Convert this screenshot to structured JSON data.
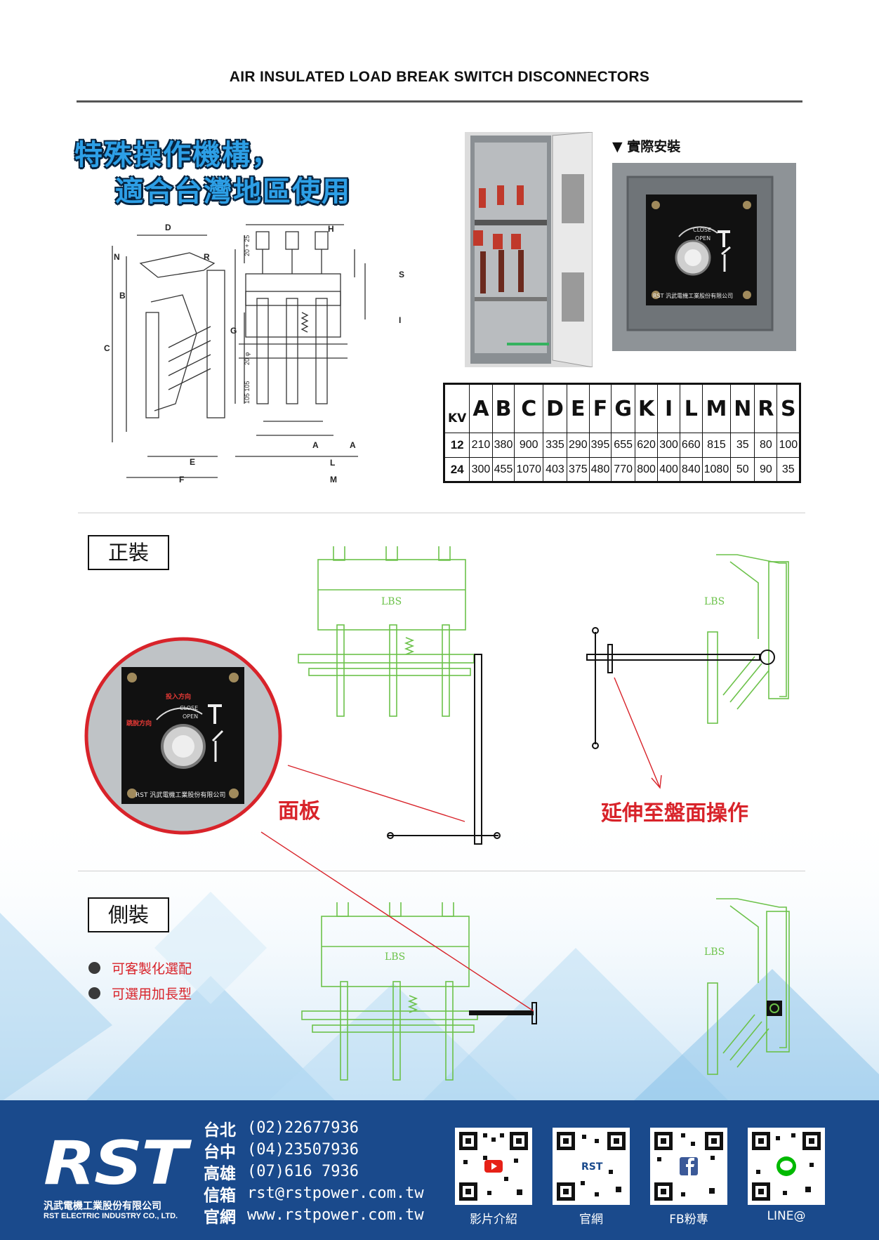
{
  "header": {
    "title": "AIR INSULATED LOAD BREAK SWITCH DISCONNECTORS"
  },
  "headline": {
    "line1": "特殊操作機構，",
    "line2": "適合台灣地區使用"
  },
  "drawing": {
    "dimension_labels": [
      "D",
      "N",
      "R",
      "B",
      "C",
      "G",
      "E",
      "F",
      "H",
      "S",
      "I",
      "A",
      "A",
      "L",
      "M"
    ],
    "annotations": [
      "20 + 25",
      "20 φ",
      "105 105"
    ]
  },
  "install": {
    "label": "▼ 實際安裝"
  },
  "panel": {
    "close_text": "CLOSE",
    "open_text": "OPEN",
    "brand": "RST 汎武電機工業股份有限公司"
  },
  "spec_table": {
    "headers": [
      "KV",
      "A",
      "B",
      "C",
      "D",
      "E",
      "F",
      "G",
      "K",
      "I",
      "L",
      "M",
      "N",
      "R",
      "S"
    ],
    "rows": [
      [
        "12",
        "210",
        "380",
        "900",
        "335",
        "290",
        "395",
        "655",
        "620",
        "300",
        "660",
        "815",
        "35",
        "80",
        "100"
      ],
      [
        "24",
        "300",
        "455",
        "1070",
        "403",
        "375",
        "480",
        "770",
        "800",
        "400",
        "840",
        "1080",
        "50",
        "90",
        "35"
      ]
    ]
  },
  "section_front": {
    "label": "正裝",
    "lbs_label": "LBS",
    "panel_callout": "面板",
    "extend_callout": "延伸至盤面操作",
    "close_dir": "投入方向",
    "open_dir": "跳脫方向"
  },
  "section_side": {
    "label": "側裝",
    "lbs_label": "LBS",
    "bullets": [
      "可客製化選配",
      "可選用加長型"
    ]
  },
  "footer": {
    "logo": "RST",
    "company_zh": "汎武電機工業股份有限公司",
    "company_en": "RST ELECTRIC INDUSTRY CO., LTD.",
    "contacts": [
      {
        "label": "台北",
        "value": "(02)22677936"
      },
      {
        "label": "台中",
        "value": "(04)23507936"
      },
      {
        "label": "高雄",
        "value": "(07)616 7936"
      },
      {
        "label": "信箱",
        "value": "rst@rstpower.com.tw"
      },
      {
        "label": "官網",
        "value": "www.rstpower.com.tw"
      }
    ],
    "qr_codes": [
      {
        "caption": "影片介紹",
        "icon": "youtube-icon",
        "color": "#e62117"
      },
      {
        "caption": "官網",
        "icon": "rst-icon",
        "color": "#1a4a8c"
      },
      {
        "caption": "FB粉專",
        "icon": "facebook-icon",
        "color": "#3b5998"
      },
      {
        "caption": "LINE@",
        "icon": "line-icon",
        "color": "#00b900"
      }
    ]
  },
  "colors": {
    "accent_blue": "#2d9fe6",
    "callout_red": "#d8232a",
    "drawing_green": "#6cc24a",
    "footer_blue": "#1a4a8c"
  }
}
